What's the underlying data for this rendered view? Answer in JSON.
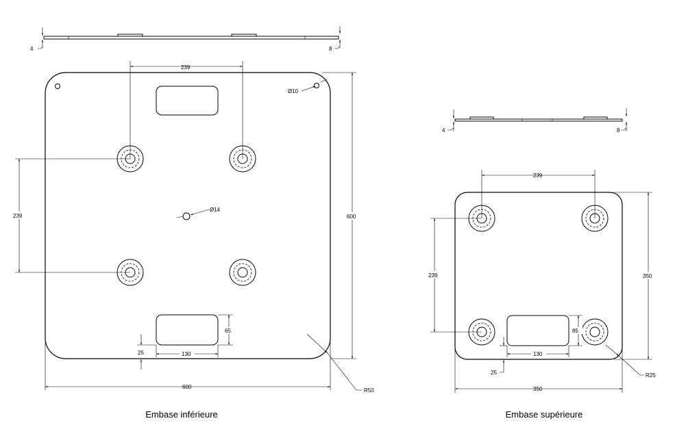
{
  "left_plate": {
    "caption": "Embase inférieure",
    "thickness_left": "4",
    "thickness_right": "8",
    "hole_spacing_top": "239",
    "hole_spacing_side": "239",
    "overall_height": "600",
    "overall_width": "600",
    "corner_hole": "Ø10",
    "center_hole": "Ø14",
    "slot_height": "65",
    "slot_width": "130",
    "slot_offset": "25",
    "corner_radius": "R50"
  },
  "right_plate": {
    "caption": "Embase supérieure",
    "thickness_left": "4",
    "thickness_right": "8",
    "hole_spacing_top": "239",
    "hole_spacing_side": "239",
    "overall_height": "350",
    "overall_width": "350",
    "slot_height": "85",
    "slot_width": "130",
    "slot_offset": "25",
    "corner_radius": "R25"
  }
}
